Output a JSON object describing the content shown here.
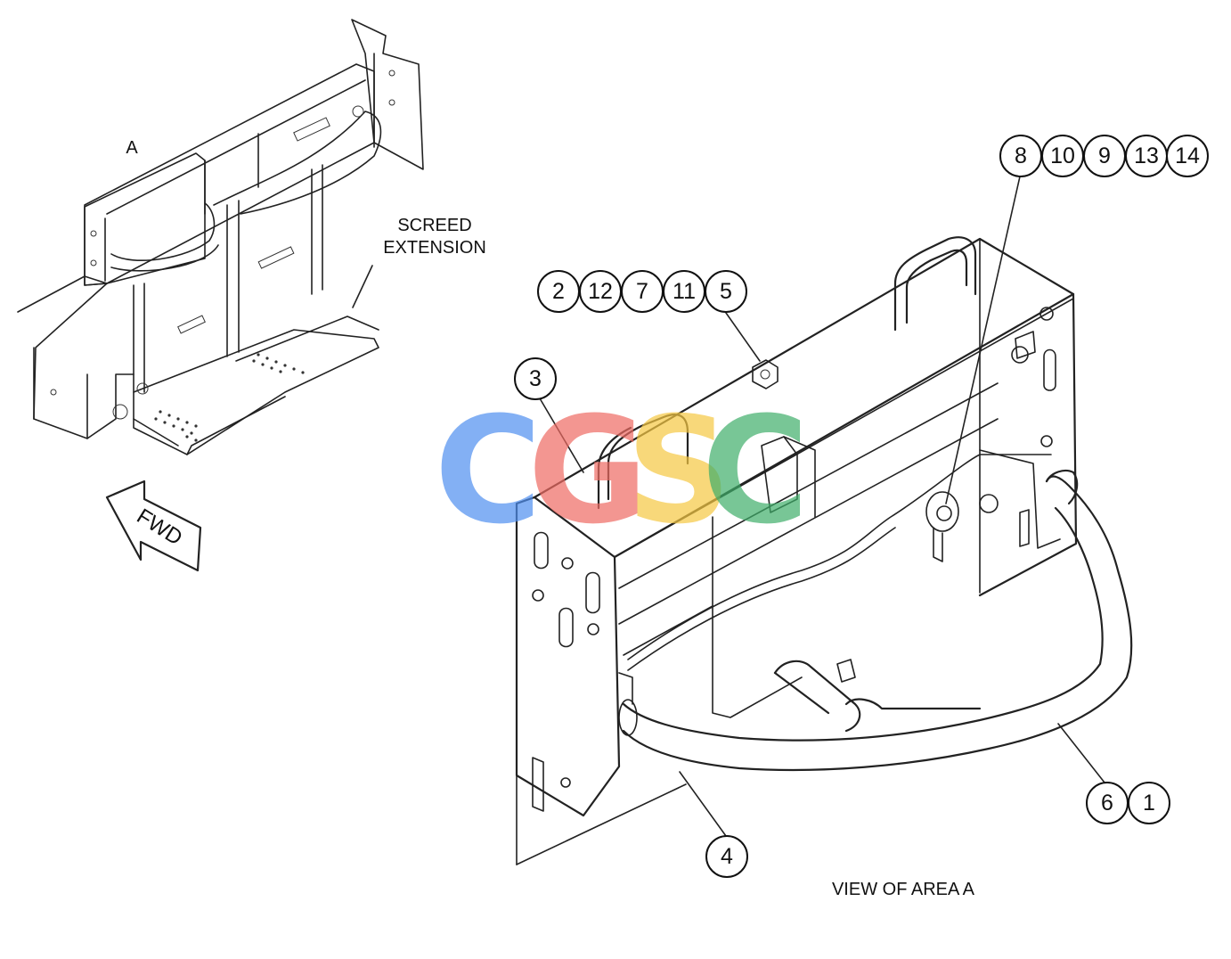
{
  "labels": {
    "area_letter": "A",
    "screed_extension_line1": "SCREED",
    "screed_extension_line2": "EXTENSION",
    "fwd": "FWD",
    "view_caption": "VIEW OF AREA  A"
  },
  "callouts": {
    "group_top_right": [
      "8",
      "10",
      "9",
      "13",
      "14"
    ],
    "group_middle": [
      "2",
      "12",
      "7",
      "11",
      "5"
    ],
    "single_3": "3",
    "single_4": "4",
    "group_bottom_right": [
      "6",
      "1"
    ]
  },
  "watermark": {
    "letters": [
      "C",
      "G",
      "S",
      "C"
    ],
    "colors": [
      "#4f8ff0",
      "#ef6b63",
      "#f6c842",
      "#3fae6a"
    ]
  }
}
